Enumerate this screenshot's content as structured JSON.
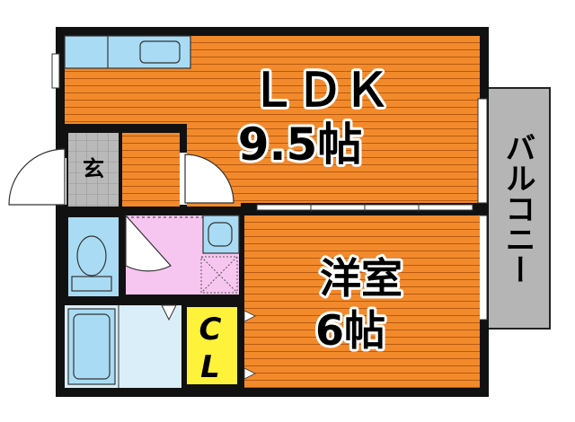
{
  "rooms": {
    "ldk": {
      "name": "ＬＤＫ",
      "size": "9.5帖"
    },
    "western": {
      "name": "洋室",
      "size": "6帖"
    },
    "entrance": {
      "name": "玄"
    },
    "closet": {
      "line1": "C",
      "line2": "L"
    },
    "balcony": {
      "name": "バルコニー"
    }
  },
  "colors": {
    "floor": "#f28a2c",
    "floor_line": "#b85a10",
    "wall": "#111111",
    "tile": "#b9b9b9",
    "sanitary_fill": "#a9dcf4",
    "washroom": "#f7c6f0",
    "closet_fill": "#fff23a",
    "balcony_fill": "#b5b5b5"
  }
}
